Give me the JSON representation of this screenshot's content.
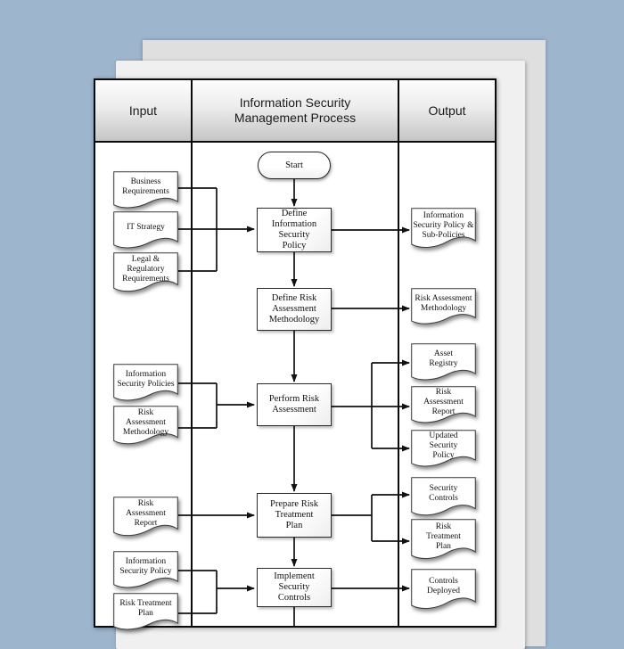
{
  "canvas": {
    "background_color": "#9db5cd",
    "page_back_color": "#dfdfe0",
    "page_mid_color": "#f0f0f0",
    "sheet_color": "#ffffff",
    "line_color": "#111111"
  },
  "header": {
    "columns": [
      {
        "label": "Input"
      },
      {
        "label": "Information Security\nManagement Process"
      },
      {
        "label": "Output"
      }
    ]
  },
  "flowchart": {
    "start_label": "Start",
    "process_steps": [
      {
        "label": "Define\nInformation\nSecurity\nPolicy"
      },
      {
        "label": "Define Risk\nAssessment\nMethodology"
      },
      {
        "label": "Perform Risk\nAssessment"
      },
      {
        "label": "Prepare Risk\nTreatment\nPlan"
      },
      {
        "label": "Implement\nSecurity\nControls"
      }
    ],
    "inputs": [
      {
        "label": "Business\nRequirements"
      },
      {
        "label": "IT Strategy"
      },
      {
        "label": "Legal &\nRegulatory\nRequirements"
      },
      {
        "label": "Information\nSecurity Policies"
      },
      {
        "label": "Risk\nAssessment\nMethodology"
      },
      {
        "label": "Risk\nAssessment\nReport"
      },
      {
        "label": "Information\nSecurity Policy"
      },
      {
        "label": "Risk Treatment\nPlan"
      }
    ],
    "outputs": [
      {
        "label": "Information\nSecurity Policy &\nSub-Policies"
      },
      {
        "label": "Risk Assessment\nMethodology"
      },
      {
        "label": "Asset\nRegistry"
      },
      {
        "label": "Risk\nAssessment\nReport"
      },
      {
        "label": "Updated\nSecurity\nPolicy"
      },
      {
        "label": "Security\nControls"
      },
      {
        "label": "Risk\nTreatment\nPlan"
      },
      {
        "label": "Controls\nDeployed"
      }
    ]
  }
}
